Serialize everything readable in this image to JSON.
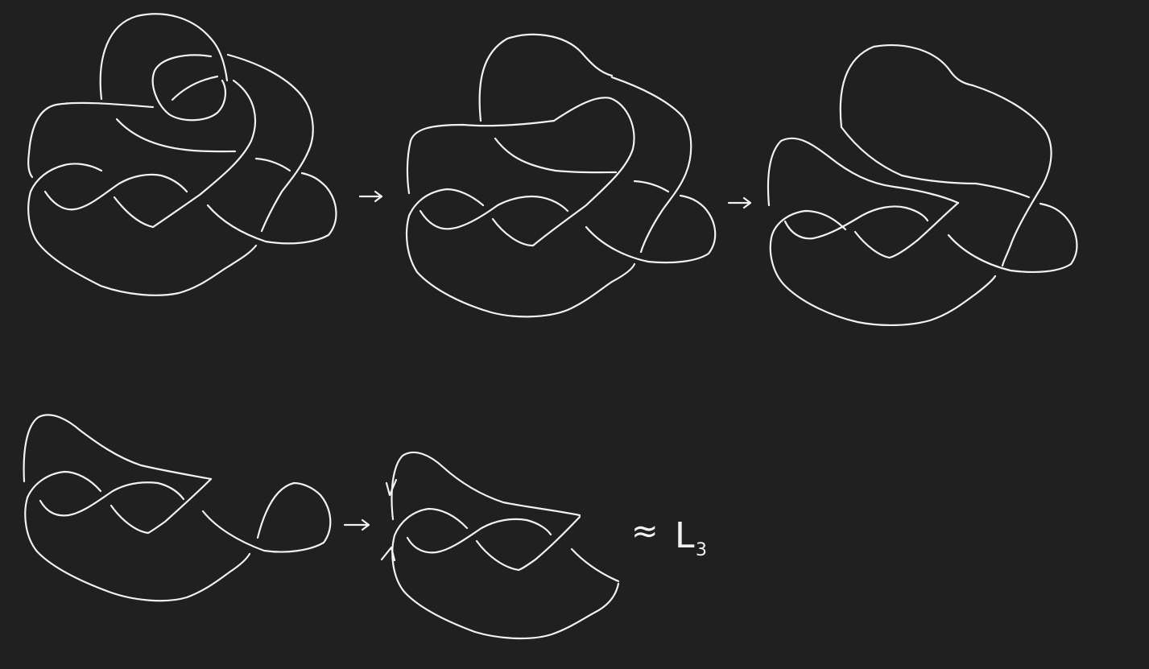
{
  "background_color": "#202020",
  "ink_color": "#f2f2f2",
  "diagrams": [
    {
      "name": "knot-diagram-1"
    },
    {
      "name": "knot-diagram-2"
    },
    {
      "name": "knot-diagram-3"
    },
    {
      "name": "knot-diagram-4"
    },
    {
      "name": "knot-diagram-5"
    }
  ],
  "arrows": [
    "→",
    "→",
    "→"
  ],
  "equivalence": {
    "symbol": "≈",
    "label": "L",
    "subscript": "3"
  }
}
